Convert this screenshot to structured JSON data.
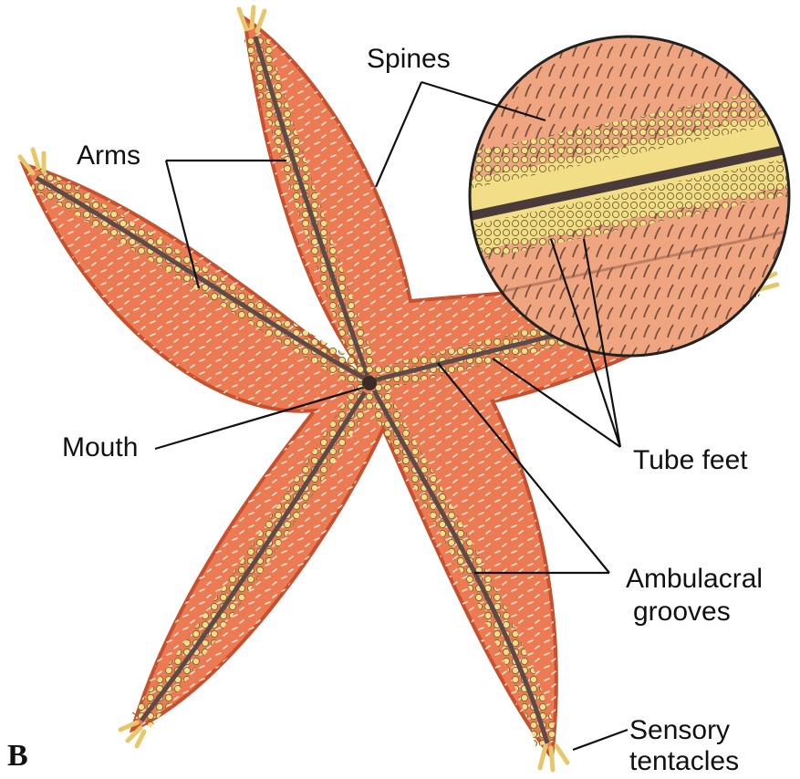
{
  "figure": {
    "panel_letter": "B"
  },
  "labels": {
    "spines": "Spines",
    "arms": "Arms",
    "mouth": "Mouth",
    "tube_feet": "Tube feet",
    "ambulacral_line1": "Ambulacral",
    "ambulacral_line2": "grooves",
    "sensory_line1": "Sensory",
    "sensory_line2": "tentacles"
  },
  "colors": {
    "body": "#EC7A52",
    "body_edge": "#C9502E",
    "groove": "#5E4A48",
    "tube_feet": "#F2DE86",
    "leader_lines": "#111111"
  }
}
